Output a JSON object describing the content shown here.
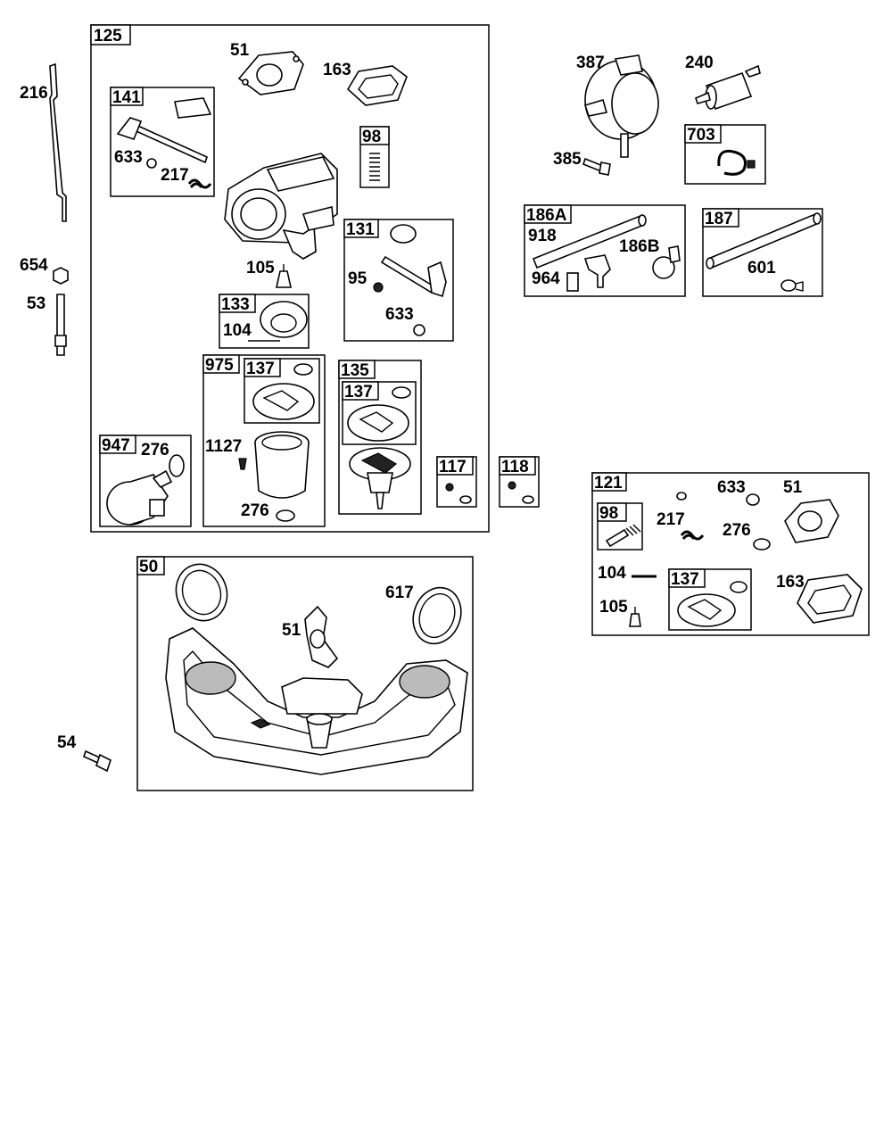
{
  "group_tags": {
    "g125": "125",
    "g141": "141",
    "g98a": "98",
    "g131": "131",
    "g133": "133",
    "g975": "975",
    "g137a": "137",
    "g135": "135",
    "g137b": "137",
    "g947": "947",
    "g117": "117",
    "g118": "118",
    "g703": "703",
    "g186A": "186A",
    "g187": "187",
    "g121": "121",
    "g98b": "98",
    "g137c": "137",
    "g50": "50"
  },
  "part_labels": {
    "p216": "216",
    "p654": "654",
    "p53": "53",
    "p51a": "51",
    "p163a": "163",
    "p633a": "633",
    "p217a": "217",
    "p105a": "105",
    "p95": "95",
    "p633b": "633",
    "p104a": "104",
    "p1127": "1127",
    "p276a": "276",
    "p276b": "276",
    "p387": "387",
    "p240": "240",
    "p385": "385",
    "p918": "918",
    "p186B": "186B",
    "p964": "964",
    "p601": "601",
    "p633c": "633",
    "p51b": "51",
    "p217b": "217",
    "p276c": "276",
    "p104b": "104",
    "p163b": "163",
    "p105b": "105",
    "p617": "617",
    "p51c": "51",
    "p54": "54"
  },
  "icons": [
    "throttle-linkage-rod",
    "nut",
    "stud",
    "gasket",
    "carburetor",
    "fuel-pump",
    "fuel-filter",
    "fuel-hose",
    "intake-manifold",
    "bolt",
    "solenoid",
    "float-bowl"
  ]
}
